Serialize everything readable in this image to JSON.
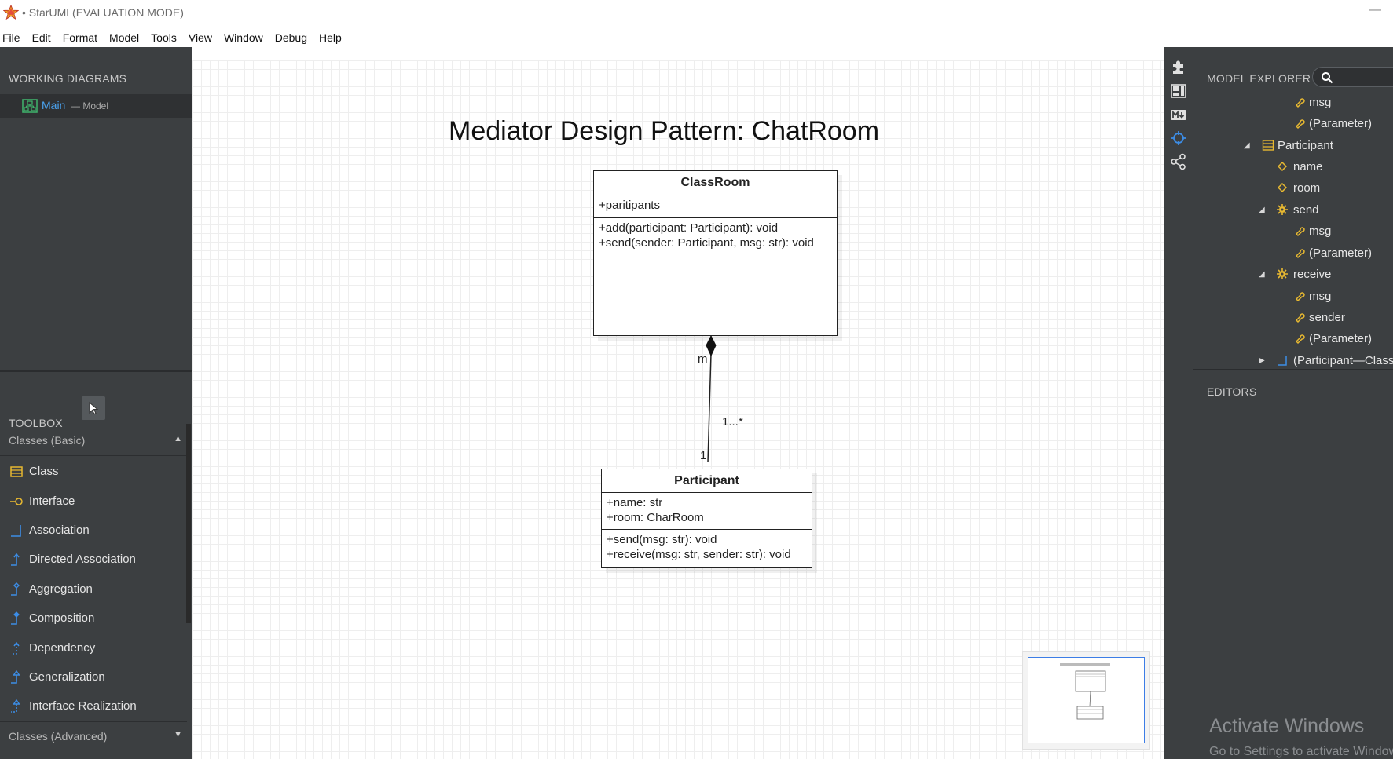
{
  "window": {
    "title": "• StarUML(EVALUATION MODE)",
    "minimize": "—"
  },
  "menu": [
    "File",
    "Edit",
    "Format",
    "Model",
    "Tools",
    "View",
    "Window",
    "Debug",
    "Help"
  ],
  "working_diagrams": {
    "header": "WORKING DIAGRAMS",
    "item_name": "Main",
    "item_suffix": "— Model"
  },
  "toolbox": {
    "header": "TOOLBOX",
    "groups": [
      {
        "label": "Classes (Basic)",
        "expanded": true
      },
      {
        "label": "Classes (Advanced)",
        "expanded": false
      }
    ],
    "items": [
      {
        "label": "Class",
        "icon": "class-icon"
      },
      {
        "label": "Interface",
        "icon": "interface-icon"
      },
      {
        "label": "Association",
        "icon": "association-icon"
      },
      {
        "label": "Directed Association",
        "icon": "directed-association-icon"
      },
      {
        "label": "Aggregation",
        "icon": "aggregation-icon"
      },
      {
        "label": "Composition",
        "icon": "composition-icon"
      },
      {
        "label": "Dependency",
        "icon": "dependency-icon"
      },
      {
        "label": "Generalization",
        "icon": "generalization-icon"
      },
      {
        "label": "Interface Realization",
        "icon": "interface-realization-icon"
      }
    ]
  },
  "diagram": {
    "title": "Mediator Design Pattern: ChatRoom",
    "classes": [
      {
        "name": "ClassRoom",
        "attributes": [
          "+paritipants"
        ],
        "operations": [
          "+add(participant: Participant): void",
          "+send(sender: Participant, msg: str): void"
        ]
      },
      {
        "name": "Participant",
        "attributes": [
          "+name: str",
          "+room: CharRoom"
        ],
        "operations": [
          "+send(msg: str): void",
          "+receive(msg: str, sender: str): void"
        ]
      }
    ],
    "association": {
      "end_a_label": "m",
      "middle_label": "1...*",
      "end_b_label": "1"
    }
  },
  "model_explorer": {
    "header": "MODEL EXPLORER",
    "tree": [
      {
        "label": "msg",
        "icon": "parameter-icon",
        "expand": ""
      },
      {
        "label": "(Parameter)",
        "icon": "parameter-icon",
        "expand": ""
      },
      {
        "label": "Participant",
        "icon": "class-icon",
        "expand": "open"
      },
      {
        "label": "name",
        "icon": "attribute-icon",
        "expand": ""
      },
      {
        "label": "room",
        "icon": "attribute-icon",
        "expand": ""
      },
      {
        "label": "send",
        "icon": "operation-icon",
        "expand": "open"
      },
      {
        "label": "msg",
        "icon": "parameter-icon",
        "expand": ""
      },
      {
        "label": "(Parameter)",
        "icon": "parameter-icon",
        "expand": ""
      },
      {
        "label": "receive",
        "icon": "operation-icon",
        "expand": "open"
      },
      {
        "label": "msg",
        "icon": "parameter-icon",
        "expand": ""
      },
      {
        "label": "sender",
        "icon": "parameter-icon",
        "expand": ""
      },
      {
        "label": "(Parameter)",
        "icon": "parameter-icon",
        "expand": ""
      },
      {
        "label": "(Participant—Class",
        "icon": "association-icon",
        "expand": "closed"
      }
    ]
  },
  "editors": {
    "header": "EDITORS"
  },
  "side_icons": [
    "extension-icon",
    "layout-icon",
    "markdown-icon",
    "navigator-icon",
    "share-icon"
  ],
  "watermark": {
    "title": "Activate Windows",
    "subtitle": "Go to Settings to activate Windows."
  },
  "colors": {
    "panel_bg": "#3c3f41",
    "accent_blue": "#4aa3f0",
    "icon_yellow": "#e8b931"
  }
}
